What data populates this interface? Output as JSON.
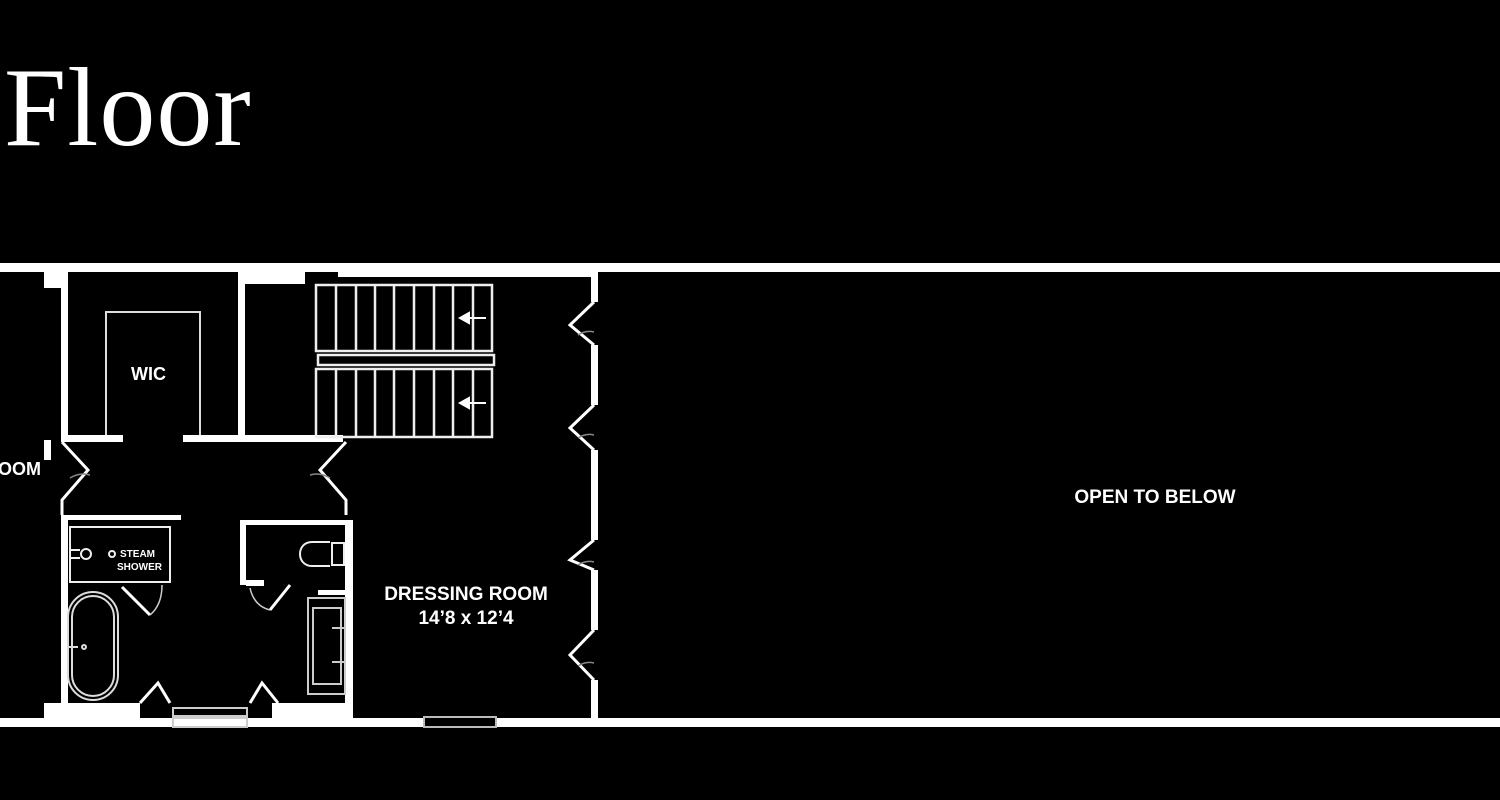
{
  "title": "Floor",
  "colors": {
    "background": "#000000",
    "walls": "#ffffff",
    "fixtures": "#d9d9d9"
  },
  "rooms": {
    "partial_left": {
      "label": "OOM"
    },
    "wic": {
      "label": "WIC"
    },
    "steam_shower": {
      "line1": "STEAM",
      "line2": "SHOWER"
    },
    "dressing_room": {
      "name": "DRESSING ROOM",
      "dimensions": "14’8 x 12’4"
    },
    "open_area": {
      "label": "OPEN TO BELOW"
    }
  },
  "icons": [
    "stair-direction-arrow",
    "stair-direction-arrow",
    "toilet",
    "bathtub",
    "double-vanity",
    "shower-head"
  ]
}
